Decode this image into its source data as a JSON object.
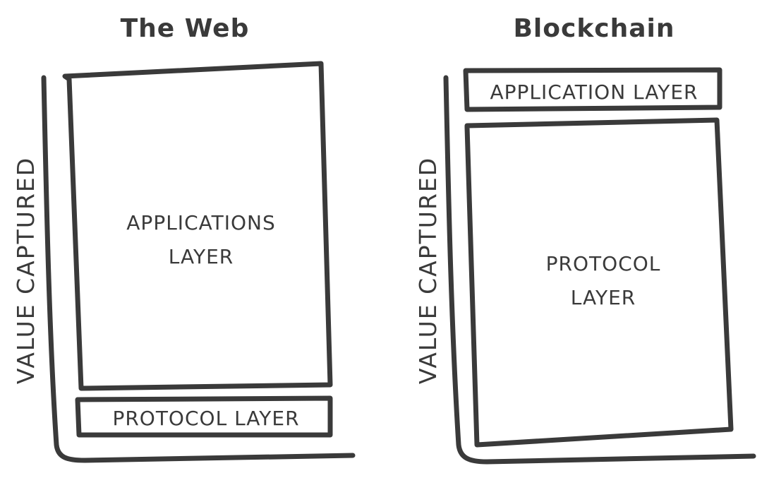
{
  "colors": {
    "ink": "#3a3a3a",
    "background": "#ffffff"
  },
  "diagrams": [
    {
      "title": "The Web",
      "axis_label": "VALUE CAPTURED",
      "top_block": {
        "lines": [
          "APPLICATIONS",
          "LAYER"
        ]
      },
      "bottom_block": {
        "lines": [
          "PROTOCOL LAYER"
        ]
      }
    },
    {
      "title": "Blockchain",
      "axis_label": "VALUE CAPTURED",
      "top_block": {
        "lines": [
          "APPLICATION LAYER"
        ]
      },
      "bottom_block": {
        "lines": [
          "PROTOCOL",
          "LAYER"
        ]
      }
    }
  ]
}
